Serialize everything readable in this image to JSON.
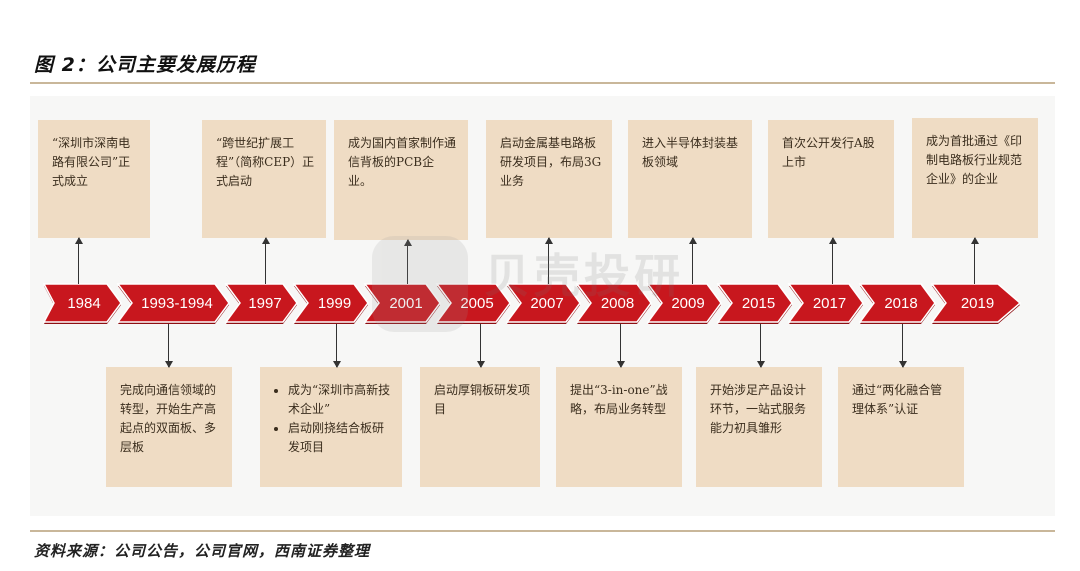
{
  "title": "图 2：公司主要发展历程",
  "source": "资料来源：公司公告，公司官网，西南证券整理",
  "colors": {
    "band": "#c8171e",
    "band_shadow": "#8e0e12",
    "box_bg": "#efdcc4",
    "rule": "#c9b79a",
    "plate": "#f7f7f6"
  },
  "timeline": [
    "1984",
    "1993-1994",
    "1997",
    "1999",
    "2001",
    "2005",
    "2007",
    "2008",
    "2009",
    "2015",
    "2017",
    "2018",
    "2019"
  ],
  "events_top": [
    {
      "year": "1984",
      "text": "“深圳市深南电路有限公司”正式成立"
    },
    {
      "year": "1997",
      "text": "“跨世纪扩展工程”（简称CEP）正式启动"
    },
    {
      "year": "2001",
      "text": "成为国内首家制作通信背板的PCB企业。"
    },
    {
      "year": "2007",
      "text": "启动金属基电路板研发项目，布局3G业务"
    },
    {
      "year": "2009",
      "text": "进入半导体封装基板领域"
    },
    {
      "year": "2017",
      "text": "首次公开发行A股上市"
    },
    {
      "year": "2019",
      "text": "成为首批通过《印制电路板行业规范企业》的企业"
    }
  ],
  "events_bottom": [
    {
      "year": "1993-1994",
      "text": "完成向通信领域的转型，开始生产高起点的双面板、多层板"
    },
    {
      "year": "1999",
      "items": [
        "成为“深圳市高新技术企业”",
        "启动刚挠结合板研发项目"
      ]
    },
    {
      "year": "2005",
      "text": "启动厚铜板研发项目"
    },
    {
      "year": "2008",
      "text": "提出“3-in-one”战略，布局业务转型"
    },
    {
      "year": "2015",
      "text": "开始涉足产品设计环节，一站式服务能力初具雏形"
    },
    {
      "year": "2018",
      "text": "通过“两化融合管理体系”认证"
    }
  ],
  "watermark": {
    "text": "贝壳投研",
    "icon": "shell-logo-icon"
  }
}
